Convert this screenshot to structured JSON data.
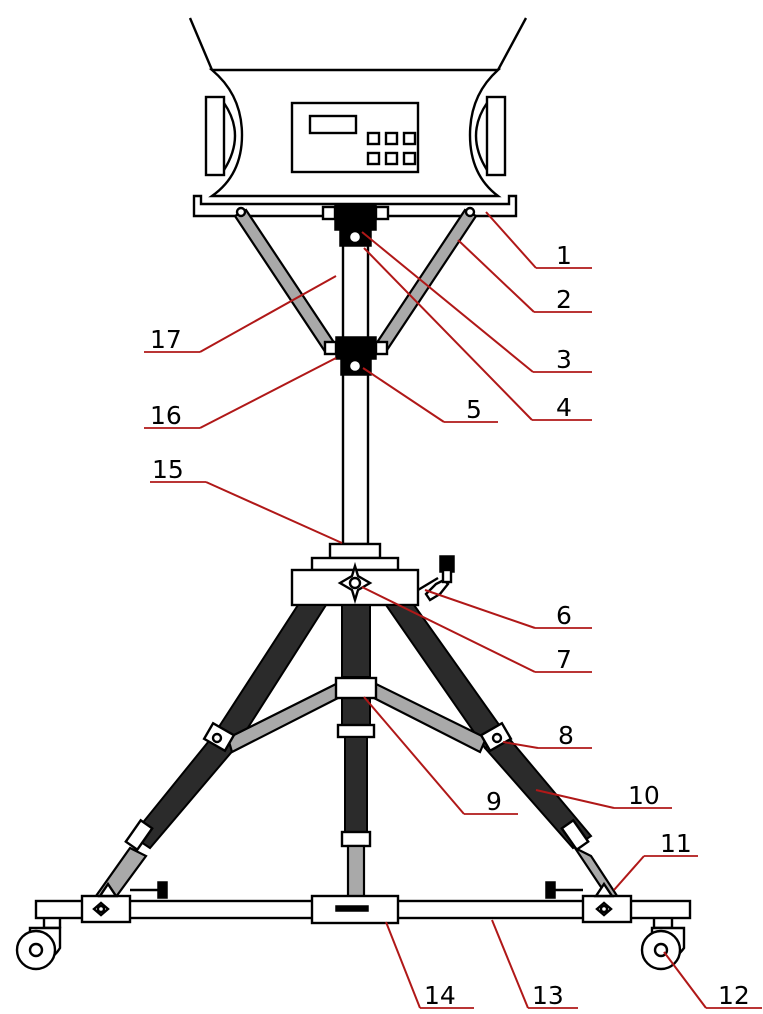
{
  "callouts": [
    {
      "id": "1",
      "label": "1"
    },
    {
      "id": "2",
      "label": "2"
    },
    {
      "id": "3",
      "label": "3"
    },
    {
      "id": "4",
      "label": "4"
    },
    {
      "id": "5",
      "label": "5"
    },
    {
      "id": "6",
      "label": "6"
    },
    {
      "id": "7",
      "label": "7"
    },
    {
      "id": "8",
      "label": "8"
    },
    {
      "id": "9",
      "label": "9"
    },
    {
      "id": "10",
      "label": "10"
    },
    {
      "id": "11",
      "label": "11"
    },
    {
      "id": "12",
      "label": "12"
    },
    {
      "id": "13",
      "label": "13"
    },
    {
      "id": "14",
      "label": "14"
    },
    {
      "id": "15",
      "label": "15"
    },
    {
      "id": "16",
      "label": "16"
    },
    {
      "id": "17",
      "label": "17"
    }
  ],
  "colors": {
    "line": "#000000",
    "leader": "#b01818",
    "strut_gray": "#a9a9a9",
    "leg_dark": "#2b2b2b"
  }
}
